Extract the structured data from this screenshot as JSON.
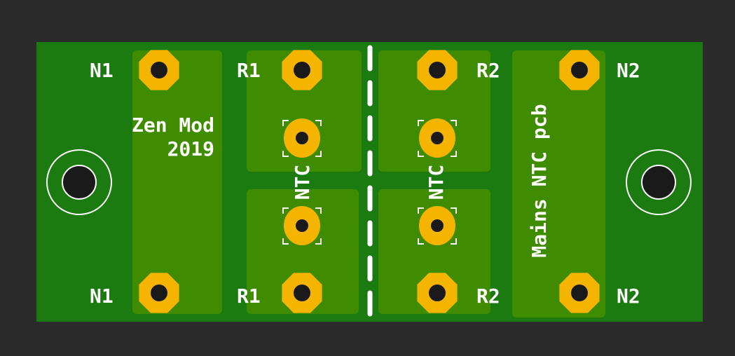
{
  "board": {
    "colors": {
      "background": "#2b2b2b",
      "substrate": "#1b7a10",
      "copper_pour": "#3f8c00",
      "pad": "#f5b400",
      "drill": "#1a1a1a",
      "silkscreen": "#ffffff"
    }
  },
  "silkscreen": {
    "n1_top": "N1",
    "n1_bottom": "N1",
    "r1_top": "R1",
    "r1_bottom": "R1",
    "r2_top": "R2",
    "r2_bottom": "R2",
    "n2_top": "N2",
    "n2_bottom": "N2",
    "maker_line1": "Zen Mod",
    "maker_line2": "2019",
    "ntc_left": "NTC",
    "ntc_right": "NTC",
    "board_title": "Mains NTC pcb"
  }
}
